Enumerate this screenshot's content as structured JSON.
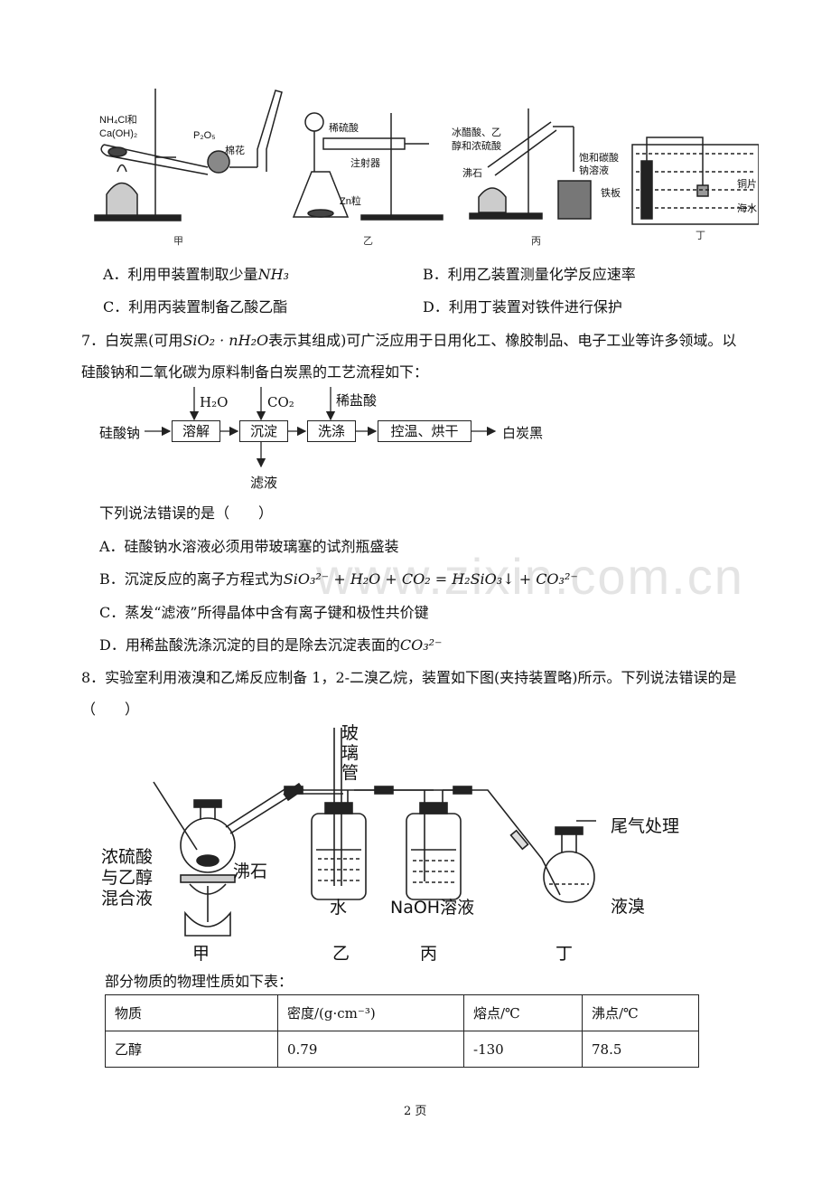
{
  "fig6": {
    "labels": {
      "jia": "甲",
      "yi": "乙",
      "bing": "丙",
      "ding": "丁",
      "nh4cl": "NH₄Cl和",
      "caoh2": "Ca(OH)₂",
      "p2o5": "P₂O₅",
      "cotton": "棉花",
      "dilute_h2so4": "稀硫酸",
      "syringe": "注射器",
      "zn": "Zn粒",
      "reagents_1": "冰醋酸、乙",
      "reagents_2": "醇和浓硫酸",
      "boiling_stone": "沸石",
      "na2co3_1": "饱和碳酸",
      "na2co3_2": "钠溶液",
      "iron_plate": "铁板",
      "copper": "铜片",
      "seawater": "海水"
    },
    "options": {
      "A": "A．利用甲装置制取少量",
      "A_chem": "NH₃",
      "B": "B．利用乙装置测量化学反应速率",
      "C": "C．利用丙装置制备乙酸乙酯",
      "D": "D．利用丁装置对铁件进行保护"
    }
  },
  "q7": {
    "stem_1a": "7．白炭黑(可用",
    "stem_1chem": "SiO₂ · nH₂O",
    "stem_1b": "表示其组成)可广泛应用于日用化工、橡胶制品、电子工业等许多领域。以",
    "stem_2": "硅酸钠和二氧化碳为原料制备白炭黑的工艺流程如下：",
    "flow": {
      "start": "硅酸钠",
      "dissolve": "溶解",
      "precipitate": "沉淀",
      "wash": "洗涤",
      "dry": "控温、烘干",
      "end": "白炭黑",
      "in_h2o": "H₂O",
      "in_co2": "CO₂",
      "in_hcl": "稀盐酸",
      "filtrate": "滤液"
    },
    "question": "下列说法错误的是（　　）",
    "A": "A．硅酸钠水溶液必须用带玻璃塞的试剂瓶盛装",
    "B_pre": "B．沉淀反应的离子方程式为",
    "B_eq": "SiO₃²⁻ + H₂O + CO₂ = H₂SiO₃↓ + CO₃²⁻",
    "C": "C．蒸发“滤液”所得晶体中含有离子键和极性共价键",
    "D_pre": "D．用稀盐酸洗涤沉淀的目的是除去沉淀表面的",
    "D_chem": "CO₃²⁻"
  },
  "q8": {
    "stem_1": "8．实验室利用液溴和乙烯反应制备 1，2-二溴乙烷，装置如下图(夹持装置略)所示。下列说法错误的是",
    "stem_2": "（　　）",
    "labels": {
      "glass_tube": "玻璃管",
      "conc_h2so4_1": "浓硫酸",
      "conc_h2so4_2": "与乙醇",
      "conc_h2so4_3": "混合液",
      "boiling_stone": "沸石",
      "water": "水",
      "naoh": "NaOH溶液",
      "tail_gas": "尾气处理",
      "liquid_br2": "液溴",
      "jia": "甲",
      "yi": "乙",
      "bing": "丙",
      "ding": "丁"
    },
    "table_intro": "部分物质的物理性质如下表：",
    "table": {
      "headers": [
        "物质",
        "密度/(g·cm⁻³)",
        "熔点/℃",
        "沸点/℃"
      ],
      "rows": [
        [
          "乙醇",
          "0.79",
          "-130",
          "78.5"
        ]
      ]
    }
  },
  "footer": {
    "page": "2 页"
  },
  "watermark": "www.zixin.com.cn"
}
